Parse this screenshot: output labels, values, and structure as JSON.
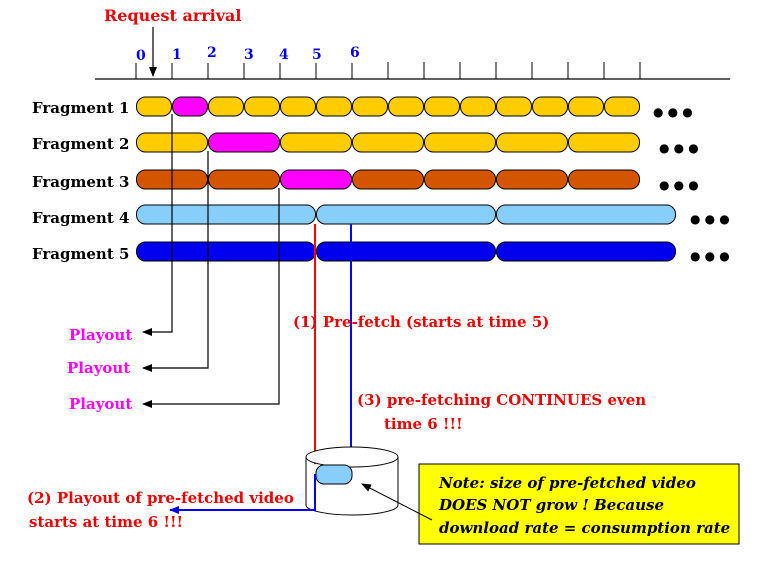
{
  "header": {
    "request_label": "Request arrival",
    "time_ticks": [
      "0",
      "1",
      "2",
      "3",
      "4",
      "5",
      "6"
    ]
  },
  "fragments": [
    {
      "label": "Fragment 1",
      "color": "#ffcc00",
      "highlight": "#ff00ff"
    },
    {
      "label": "Fragment 2",
      "color": "#ffcc00",
      "highlight": "#ff00ff"
    },
    {
      "label": "Fragment 3",
      "color": "#d45500",
      "highlight": "#ff00ff"
    },
    {
      "label": "Fragment 4",
      "color": "#87cefa"
    },
    {
      "label": "Fragment 5",
      "color": "#0000ee"
    }
  ],
  "ellipsis": "● ● ●",
  "playout_labels": [
    "Playout",
    "Playout",
    "Playout"
  ],
  "annotations": {
    "prefetch_start": "(1) Pre-fetch (starts at time 5)",
    "prefetch_continues_line1": "(3) pre-fetching CONTINUES even",
    "prefetch_continues_line2": "time 6 !!!",
    "playout_prefetched_line1": "(2) Playout of pre-fetched video",
    "playout_prefetched_line2": "starts at time 6 !!!"
  },
  "note": {
    "line1": "Note: size of pre-fetched video",
    "line2": "DOES NOT grow ! Because",
    "line3": "download rate = consumption rate",
    "background": "#ffff00"
  },
  "colors": {
    "red": "#ff0000",
    "blue": "#0000ff",
    "magenta": "#ff00ff",
    "label_red": "#ee0000"
  }
}
